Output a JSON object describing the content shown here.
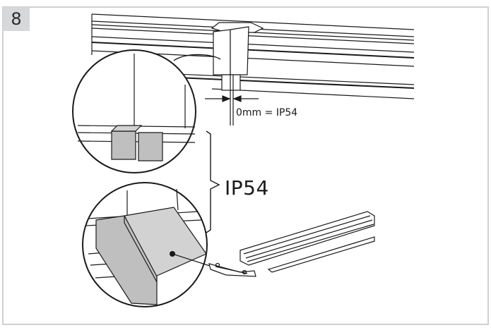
{
  "step": {
    "number": "8"
  },
  "labels": {
    "gap": "0mm = IP54",
    "rating": "IP54"
  },
  "colors": {
    "badge_background": "#d7d8da",
    "border": "#d0d0d0",
    "line": "#1a1a1a",
    "gasket_fill": "#bfbfbf",
    "pad_fill": "#d2d2d2"
  }
}
